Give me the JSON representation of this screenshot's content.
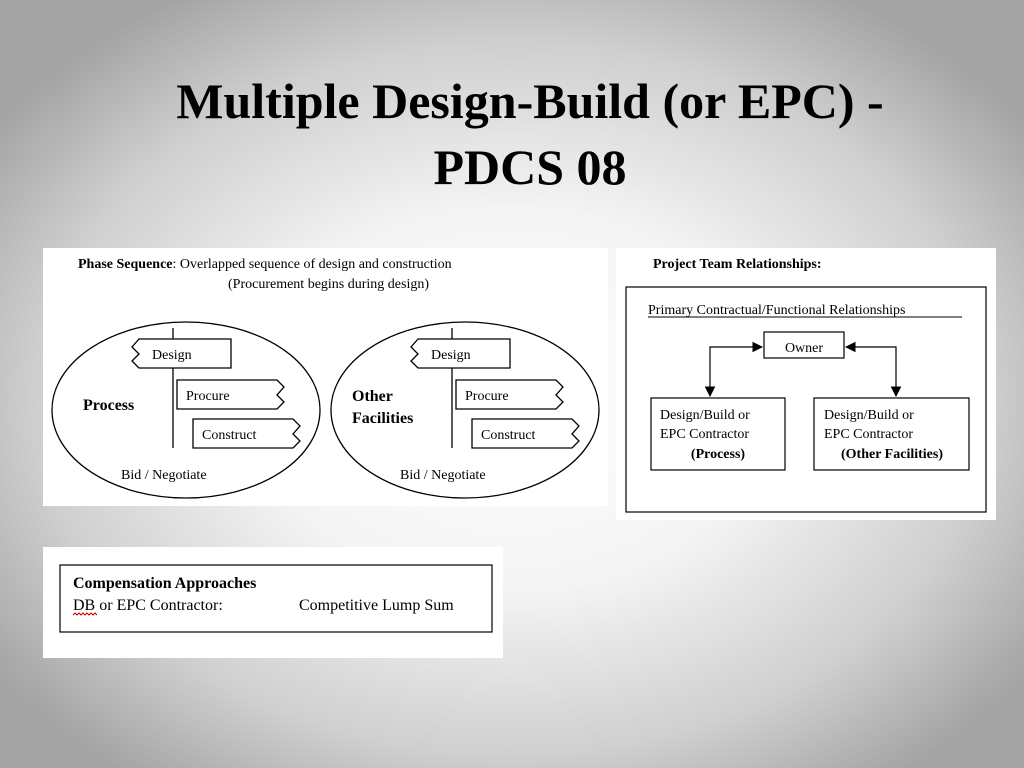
{
  "slide": {
    "title_line1": "Multiple Design-Build (or EPC) -",
    "title_line2": "PDCS 08"
  },
  "phase": {
    "heading_bold": "Phase Sequence",
    "heading_rest": ":  Overlapped sequence of design and construction",
    "subheading": "(Procurement begins during design)",
    "left": {
      "label_line1": "Process",
      "label_line2": "",
      "design": "Design",
      "procure": "Procure",
      "construct": "Construct",
      "bid": "Bid / Negotiate"
    },
    "right": {
      "label_line1": "Other",
      "label_line2": "Facilities",
      "design": "Design",
      "procure": "Procure",
      "construct": "Construct",
      "bid": "Bid / Negotiate"
    }
  },
  "team": {
    "heading": "Project Team Relationships:",
    "subheading": "Primary Contractual/Functional Relationships",
    "owner": "Owner",
    "left_box": {
      "line1": "Design/Build or",
      "line2": "EPC Contractor",
      "line3": "(Process)"
    },
    "right_box": {
      "line1": "Design/Build or",
      "line2": "EPC Contractor",
      "line3": "(Other Facilities)"
    }
  },
  "compensation": {
    "heading": "Compensation Approaches",
    "row_abbrev": "DB",
    "row_rest": " or EPC Contractor:",
    "row_value": "Competitive Lump Sum"
  }
}
